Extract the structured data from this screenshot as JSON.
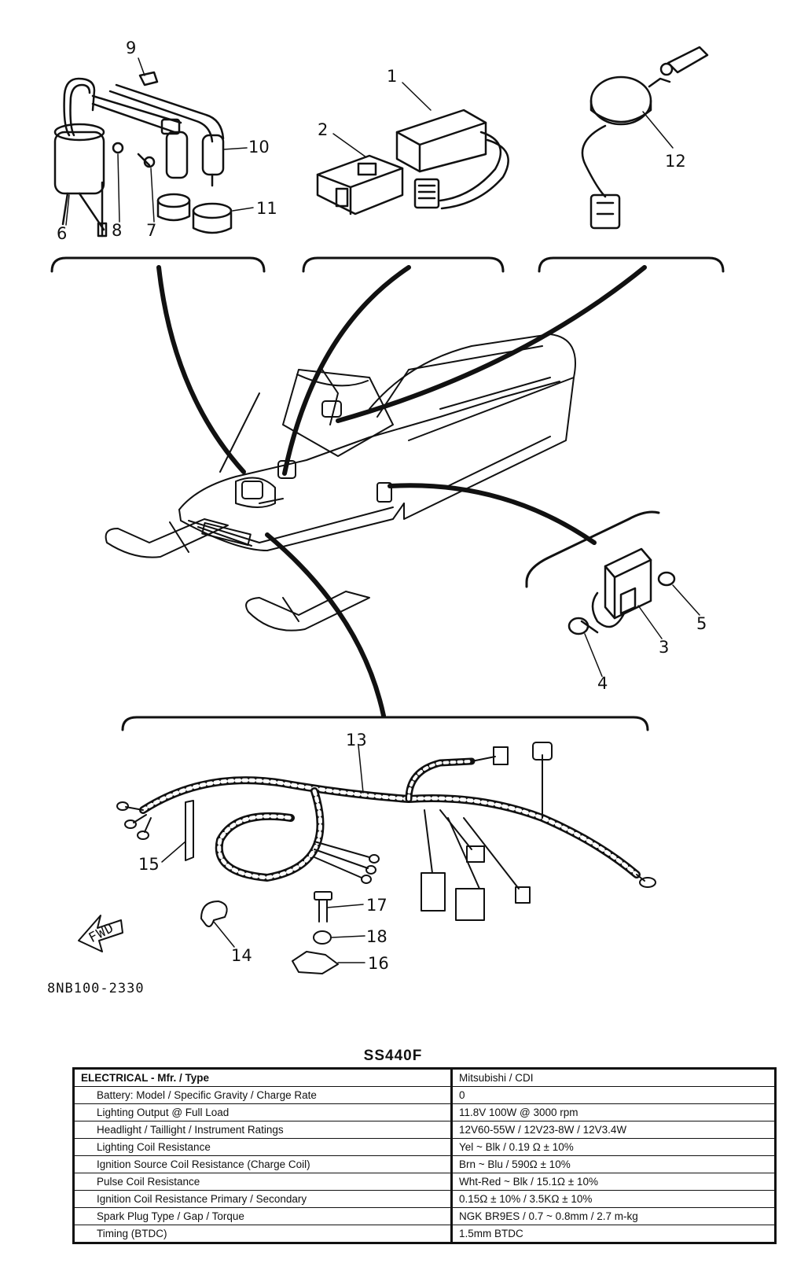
{
  "diagram": {
    "part_numbers": [
      "1",
      "2",
      "3",
      "4",
      "5",
      "6",
      "7",
      "8",
      "9",
      "10",
      "11",
      "12",
      "13",
      "14",
      "15",
      "16",
      "17",
      "18"
    ],
    "reference_code": "8NB100-2330",
    "fwd_label": "FWD"
  },
  "spec": {
    "model": "SS440F",
    "rows": [
      {
        "label": "ELECTRICAL - Mfr. / Type",
        "value": "Mitsubishi / CDI"
      },
      {
        "label": "Battery: Model / Specific Gravity / Charge Rate",
        "value": "0"
      },
      {
        "label": "Lighting Output @ Full Load",
        "value": "11.8V 100W @ 3000 rpm"
      },
      {
        "label": "Headlight / Taillight / Instrument Ratings",
        "value": "12V60-55W / 12V23-8W / 12V3.4W"
      },
      {
        "label": "Lighting Coil Resistance",
        "value": "Yel ~ Blk / 0.19 Ω ± 10%"
      },
      {
        "label": "Ignition Source Coil Resistance (Charge Coil)",
        "value": "Brn ~ Blu / 590Ω ± 10%"
      },
      {
        "label": "Pulse Coil Resistance",
        "value": "Wht-Red ~ Blk / 15.1Ω ± 10%"
      },
      {
        "label": "Ignition Coil Resistance Primary / Secondary",
        "value": "0.15Ω ± 10% / 3.5KΩ ± 10%"
      },
      {
        "label": "Spark Plug Type / Gap / Torque",
        "value": "NGK BR9ES / 0.7 ~ 0.8mm / 2.7 m-kg"
      },
      {
        "label": "Timing (BTDC)",
        "value": "1.5mm BTDC"
      }
    ]
  }
}
